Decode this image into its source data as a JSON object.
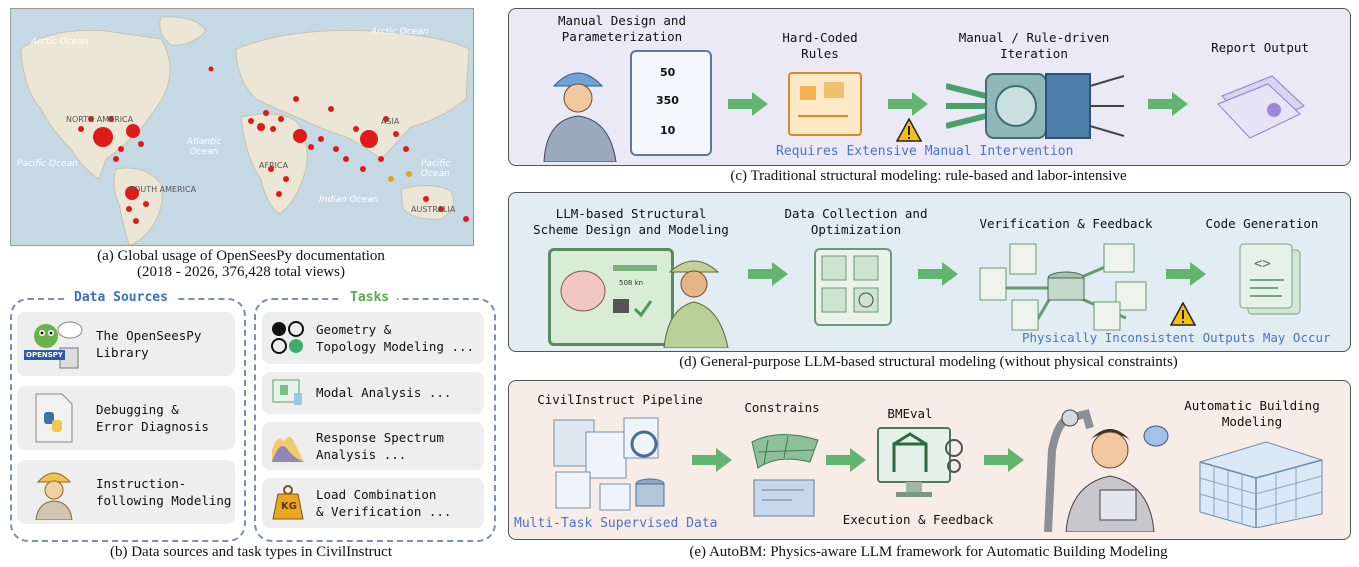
{
  "map": {
    "oceans": {
      "arctic_left": "Arctic Ocean",
      "arctic_right": "Arctic Ocean",
      "pacific_left": "Pacific Ocean",
      "pacific_right": "Pacific Ocean",
      "atlantic": "Atlantic Ocean",
      "indian": "Indian Ocean"
    },
    "continents": {
      "north_america": "NORTH AMERICA",
      "south_america": "SOUTH AMERICA",
      "asia": "ASIA",
      "africa": "AFRICA",
      "australia": "AUSTRALIA"
    },
    "caption_line1": "(a) Global usage of OpenSeesPy documentation",
    "caption_line2": "(2018 - 2026, 376,428 total views)"
  },
  "panel_b": {
    "data_sources_title": "Data Sources",
    "tasks_title": "Tasks",
    "sources": [
      "The OpenSeesPy Library",
      "Debugging & Error Diagnosis",
      "Instruction-following Modeling"
    ],
    "sources_lines": [
      [
        "The OpenSeesPy",
        "Library"
      ],
      [
        "Debugging &",
        "Error Diagnosis"
      ],
      [
        "Instruction-",
        "following Modeling"
      ]
    ],
    "tasks_lines": [
      [
        "Geometry &",
        "Topology Modeling ..."
      ],
      [
        "Modal Analysis ..."
      ],
      [
        "Response Spectrum",
        "Analysis ..."
      ],
      [
        "Load Combination",
        "& Verification ..."
      ]
    ],
    "icon_text_opensspy": "OPENSPY",
    "icon_text_kg": "KG",
    "caption": "(b) Data sources and task types in CivilInstruct"
  },
  "panel_c": {
    "steps": [
      [
        "Manual Design and",
        "Parameterization"
      ],
      [
        "Hard-Coded",
        "Rules"
      ],
      [
        "Manual / Rule-driven",
        "Iteration"
      ],
      [
        "Report Output"
      ]
    ],
    "clipboard_values": [
      "50",
      "350",
      "10"
    ],
    "note": "Requires Extensive Manual Intervention",
    "caption": "(c) Traditional structural modeling: rule-based and labor-intensive"
  },
  "panel_d": {
    "steps": [
      [
        "LLM-based Structural",
        "Scheme Design and Modeling"
      ],
      [
        "Data Collection and",
        "Optimization"
      ],
      [
        "Verification & Feedback"
      ],
      [
        "Code Generation"
      ]
    ],
    "tablet_value": "508 kn",
    "code_icon": "<>",
    "note": "Physically Inconsistent Outputs May Occur",
    "caption": "(d) General-purpose LLM-based structural modeling (without physical constraints)"
  },
  "panel_e": {
    "steps": [
      "CivilInstruct Pipeline",
      "Constrains",
      "BMEval"
    ],
    "final_step": [
      "Automatic Building",
      "Modeling"
    ],
    "note_left": "Multi-Task Supervised Data",
    "note_mid": "Execution & Feedback",
    "caption": "(e) AutoBM: Physics-aware LLM framework for Automatic Building Modeling"
  },
  "colors": {
    "panel_c_bg": "#ece9f7",
    "panel_d_bg": "#e1ecf3",
    "panel_e_bg": "#f7ece6",
    "arrow_green": "#62b56f",
    "note_blue": "#4a74c9",
    "tasks_green": "#5aa84c",
    "sources_blue": "#3d6fc4"
  }
}
